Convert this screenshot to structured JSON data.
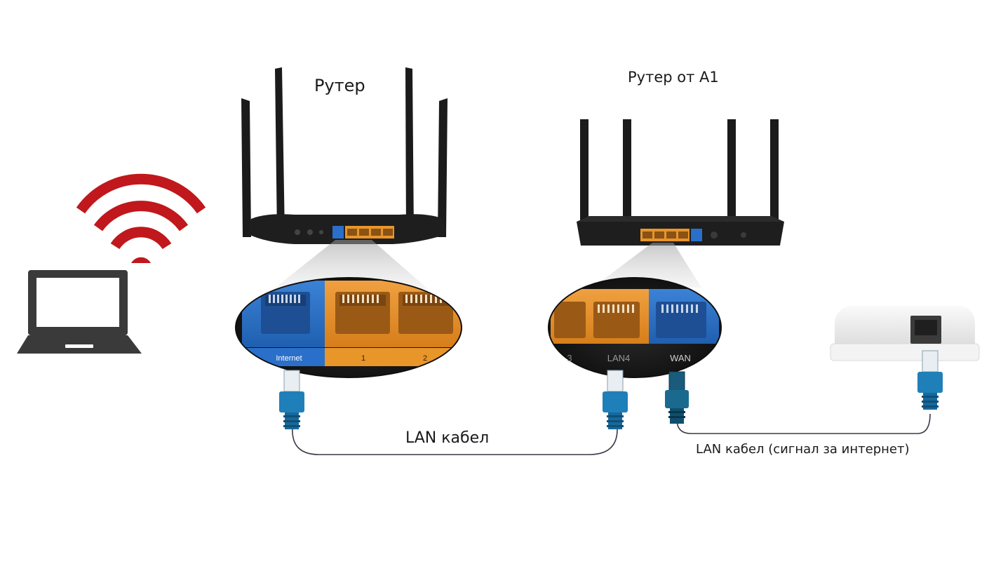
{
  "labels": {
    "router_left": "Рутер",
    "router_right": "Рутер от А1",
    "lan_cable": "LAN кабел",
    "lan_cable_internet": "LAN кабел (сигнал за интернет)"
  },
  "ports_left": {
    "internet": "Internet",
    "port1": "1",
    "port2": "2"
  },
  "ports_right": {
    "lan3": "3",
    "lan4": "LAN4",
    "wan": "WAN"
  },
  "colors": {
    "wifi": "#c0181c",
    "laptop": "#3a3a3a",
    "router": "#1b1b1b",
    "lan_orange": "#e8952a",
    "wan_blue": "#2a6fc9",
    "connector": "#1f7fb8",
    "cable": "#3a3a4a"
  },
  "icons": {
    "wifi": "wifi-icon",
    "laptop": "laptop-icon",
    "wall_socket": "wall-socket-icon"
  }
}
